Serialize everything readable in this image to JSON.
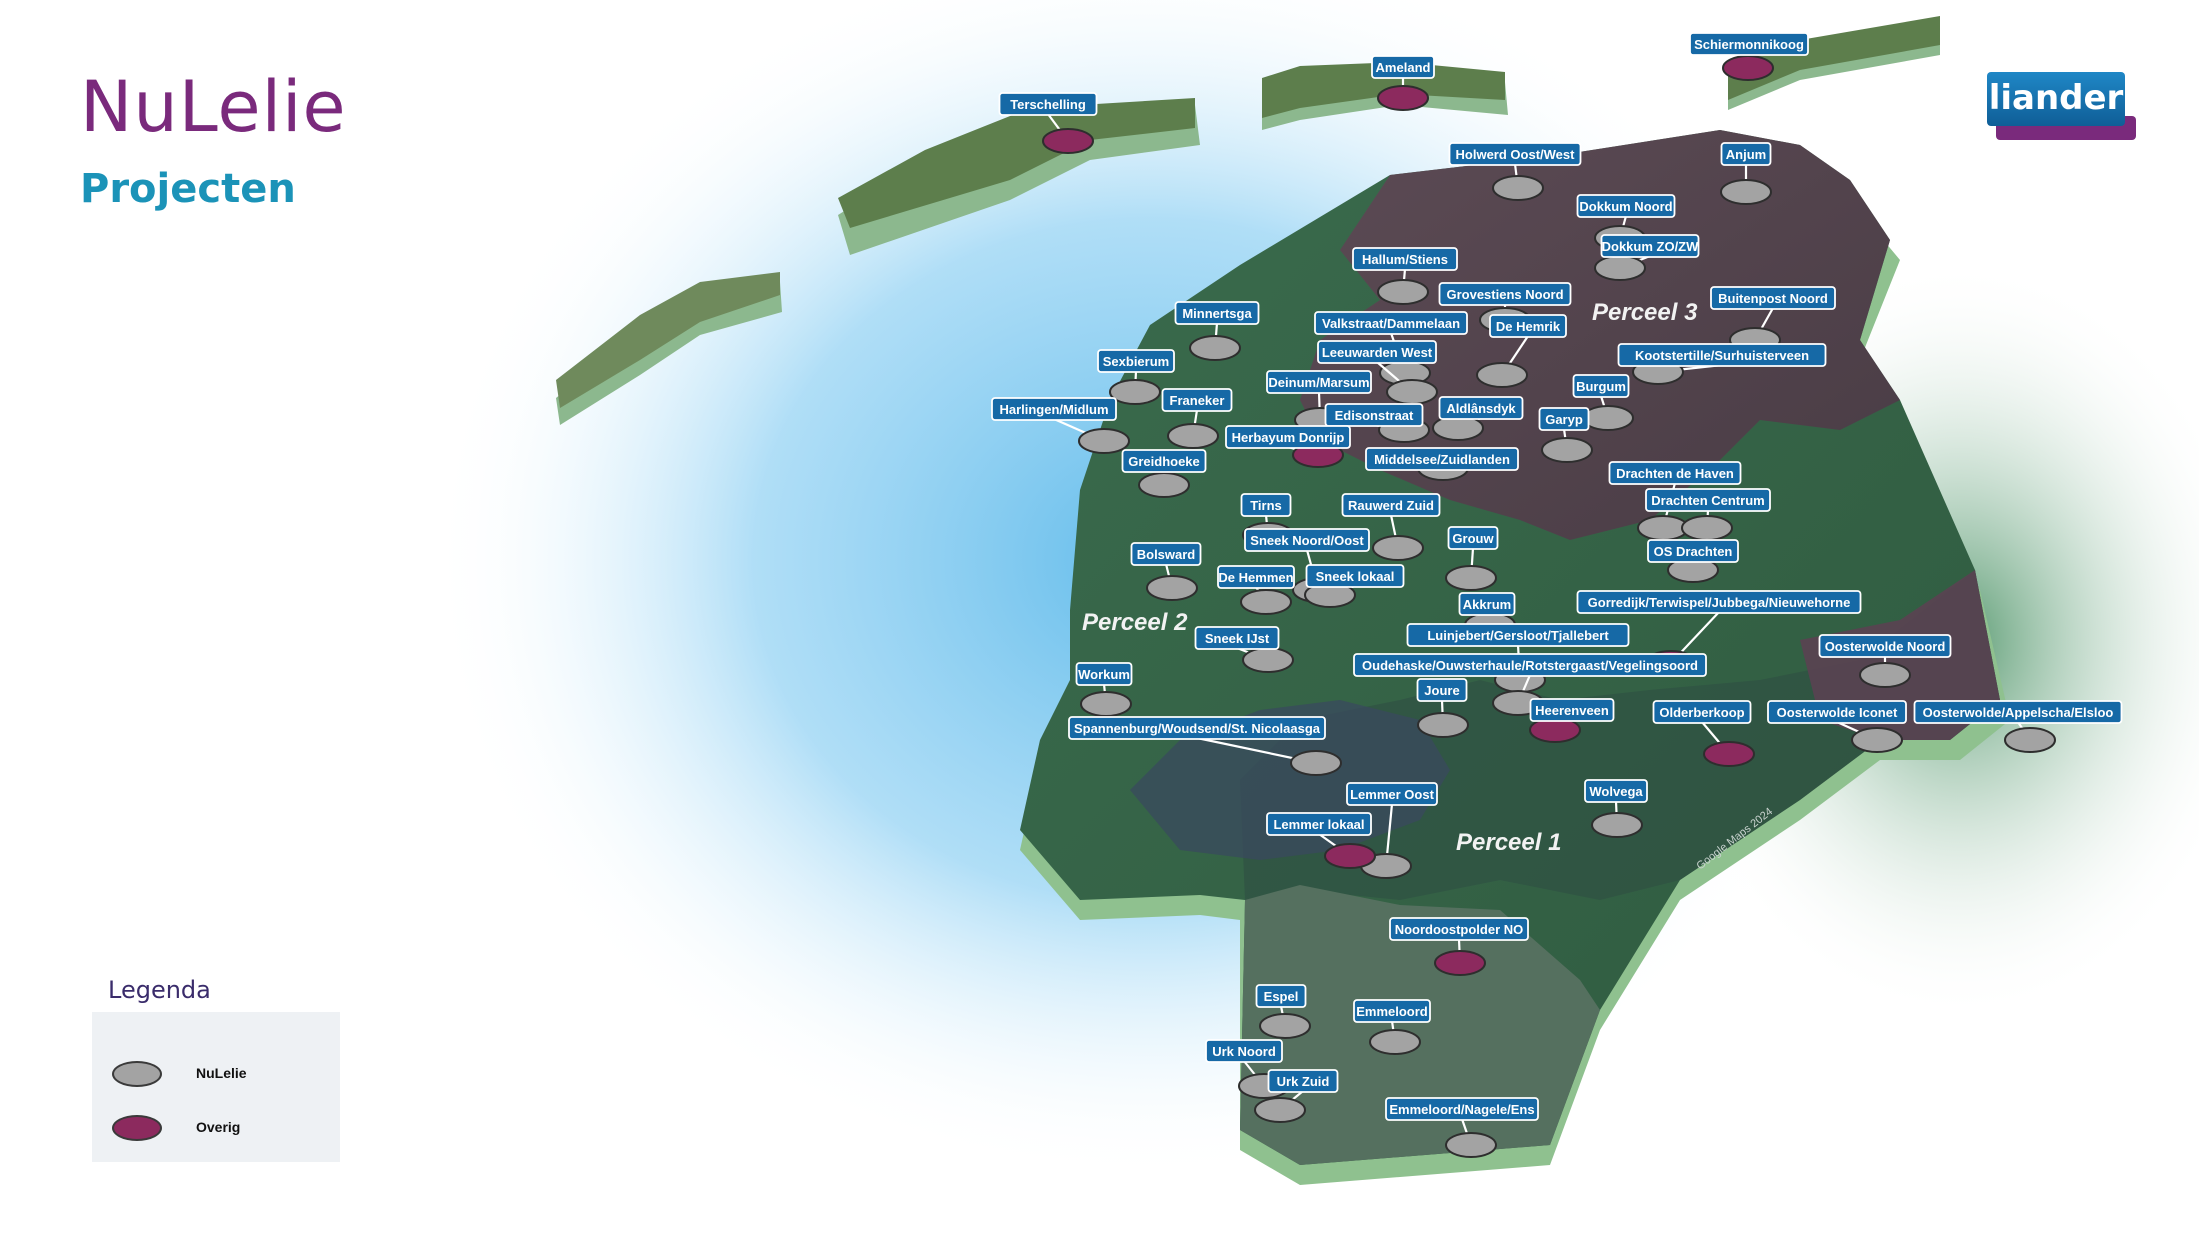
{
  "header": {
    "title": "NuLelie",
    "subtitle": "Projecten"
  },
  "logo": {
    "text": "liander"
  },
  "legend": {
    "title": "Legenda",
    "items": [
      {
        "label": "NuLelie",
        "color": "#a3a3a3"
      },
      {
        "label": "Overig",
        "color": "#8c2a5e"
      }
    ]
  },
  "colors": {
    "nulelie": "#a3a3a3",
    "overig": "#8c2a5e",
    "label_bg": "#1669a6",
    "land": "#3f6e50",
    "water": "#9fd3ef"
  },
  "map": {
    "watermark": "Google Maps 2024",
    "regions": [
      "Perceel 3",
      "Perceel 2",
      "Perceel 1"
    ],
    "islands": [
      "Terschelling",
      "Ameland",
      "Schiermonnikoog"
    ],
    "projects": [
      {
        "name": "Terschelling",
        "type": "overig"
      },
      {
        "name": "Ameland",
        "type": "overig"
      },
      {
        "name": "Schiermonnikoog",
        "type": "overig"
      },
      {
        "name": "Holwerd Oost/West",
        "type": "nulelie"
      },
      {
        "name": "Anjum",
        "type": "nulelie"
      },
      {
        "name": "Dokkum Noord",
        "type": "nulelie"
      },
      {
        "name": "Dokkum ZO/ZW",
        "type": "nulelie"
      },
      {
        "name": "Hallum/Stiens",
        "type": "nulelie"
      },
      {
        "name": "Grovestiens Noord",
        "type": "nulelie"
      },
      {
        "name": "Buitenpost Noord",
        "type": "nulelie"
      },
      {
        "name": "Minnertsga",
        "type": "nulelie"
      },
      {
        "name": "Valkstraat/Dammelaan",
        "type": "nulelie"
      },
      {
        "name": "De Hemrik",
        "type": "nulelie"
      },
      {
        "name": "Leeuwarden West",
        "type": "nulelie"
      },
      {
        "name": "Kootstertille/Surhuisterveen",
        "type": "nulelie"
      },
      {
        "name": "Sexbierum",
        "type": "nulelie"
      },
      {
        "name": "Deinum/Marsum",
        "type": "nulelie"
      },
      {
        "name": "Burgum",
        "type": "nulelie"
      },
      {
        "name": "Franeker",
        "type": "nulelie"
      },
      {
        "name": "Aldlânsdyk",
        "type": "nulelie"
      },
      {
        "name": "Harlingen/Midlum",
        "type": "nulelie"
      },
      {
        "name": "Edisonstraat",
        "type": "nulelie"
      },
      {
        "name": "Garyp",
        "type": "nulelie"
      },
      {
        "name": "Herbayum Donrijp",
        "type": "overig"
      },
      {
        "name": "Greidhoeke",
        "type": "nulelie"
      },
      {
        "name": "Middelsee/Zuidlanden",
        "type": "nulelie"
      },
      {
        "name": "Drachten de Haven",
        "type": "nulelie"
      },
      {
        "name": "Tirns",
        "type": "nulelie"
      },
      {
        "name": "Rauwerd Zuid",
        "type": "nulelie"
      },
      {
        "name": "Drachten Centrum",
        "type": "nulelie"
      },
      {
        "name": "Sneek Noord/Oost",
        "type": "nulelie"
      },
      {
        "name": "Grouw",
        "type": "nulelie"
      },
      {
        "name": "OS Drachten",
        "type": "nulelie"
      },
      {
        "name": "Bolsward",
        "type": "nulelie"
      },
      {
        "name": "De Hemmen",
        "type": "nulelie"
      },
      {
        "name": "Sneek lokaal",
        "type": "nulelie"
      },
      {
        "name": "Akkrum",
        "type": "nulelie"
      },
      {
        "name": "Gorredijk/Terwispel/Jubbega/Nieuwehorne",
        "type": "overig"
      },
      {
        "name": "Sneek IJst",
        "type": "nulelie"
      },
      {
        "name": "Luinjebert/Gersloot/Tjallebert",
        "type": "nulelie"
      },
      {
        "name": "Oosterwolde Noord",
        "type": "nulelie"
      },
      {
        "name": "Oudehaske/Ouwsterhaule/Rotstergaast/Vegelingsoord",
        "type": "nulelie"
      },
      {
        "name": "Workum",
        "type": "nulelie"
      },
      {
        "name": "Joure",
        "type": "nulelie"
      },
      {
        "name": "Heerenveen",
        "type": "overig"
      },
      {
        "name": "Olderberkoop",
        "type": "overig"
      },
      {
        "name": "Oosterwolde Iconet",
        "type": "nulelie"
      },
      {
        "name": "Oosterwolde/Appelscha/Elsloo",
        "type": "nulelie"
      },
      {
        "name": "Spannenburg/Woudsend/St. Nicolaasga",
        "type": "nulelie"
      },
      {
        "name": "Lemmer Oost",
        "type": "nulelie"
      },
      {
        "name": "Wolvega",
        "type": "nulelie"
      },
      {
        "name": "Lemmer lokaal",
        "type": "overig"
      },
      {
        "name": "Noordoostpolder NO",
        "type": "overig"
      },
      {
        "name": "Espel",
        "type": "nulelie"
      },
      {
        "name": "Emmeloord",
        "type": "nulelie"
      },
      {
        "name": "Urk Noord",
        "type": "nulelie"
      },
      {
        "name": "Urk Zuid",
        "type": "nulelie"
      },
      {
        "name": "Emmeloord/Nagele/Ens",
        "type": "nulelie"
      }
    ]
  }
}
